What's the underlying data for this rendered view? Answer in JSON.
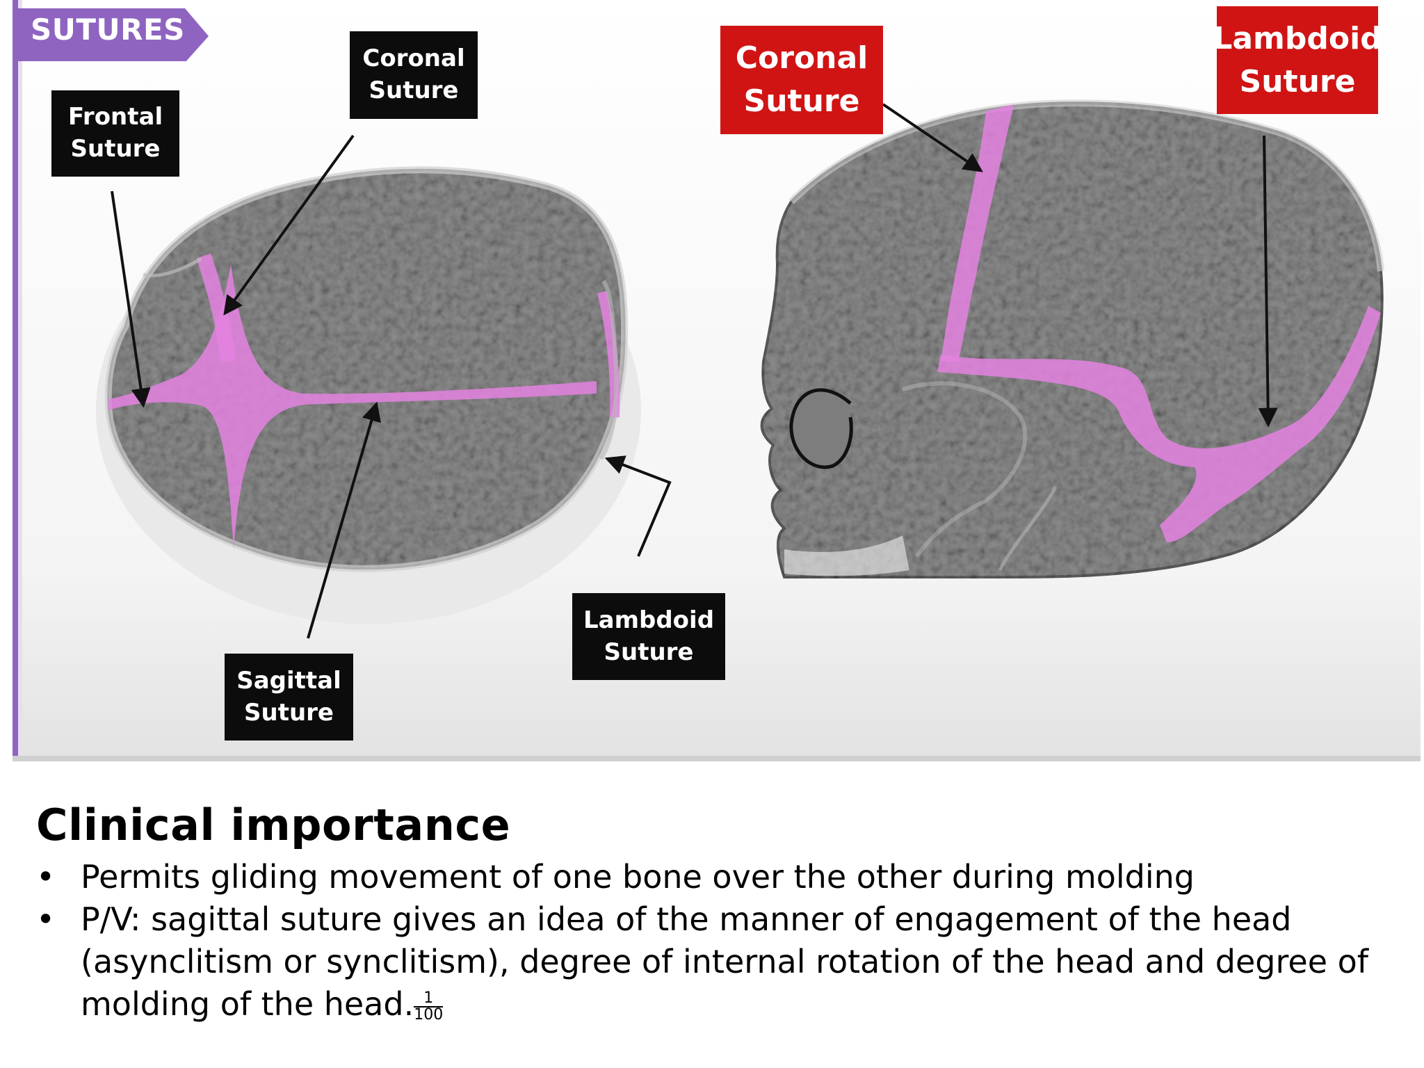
{
  "section_tag": "SUTURES",
  "labels": {
    "frontal": [
      "Frontal",
      "Suture"
    ],
    "coronal_top": [
      "Coronal",
      "Suture"
    ],
    "sagittal": [
      "Sagittal",
      "Suture"
    ],
    "lambdoid_top": [
      "Lambdoid",
      "Suture"
    ],
    "coronal_lateral": [
      "Coronal",
      "Suture"
    ],
    "lambdoid_lateral": [
      "Lambdoid",
      "Suture"
    ]
  },
  "colors": {
    "suture": "#e483e0",
    "bone": "#8e8e8e",
    "label_black": "#0c0c0c",
    "label_red": "#d01414",
    "tag_purple": "#8e64c0"
  },
  "notes": {
    "title": "Clinical importance",
    "bullets": [
      "Permits gliding movement of one bone over the other during molding",
      "P/V: sagittal suture gives an idea of the manner of engagement of the head (asynclitism or synclitism), degree of internal rotation of the head and degree of molding of the head."
    ],
    "reference": {
      "numerator": "1",
      "denominator": "100"
    }
  }
}
